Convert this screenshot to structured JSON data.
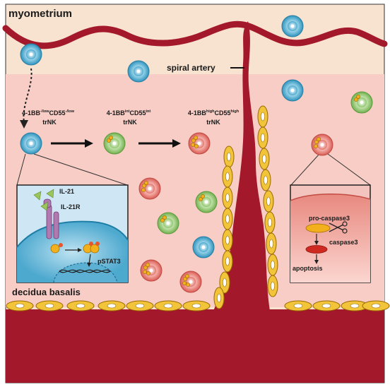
{
  "labels": {
    "myometrium": "myometrium",
    "spiral_artery": "spiral artery",
    "decidua_basalis": "decidua basalis"
  },
  "stages": [
    {
      "marker1": "4-1BB",
      "sup1": "-/low",
      "marker2": "CD55",
      "sup2": "-/low",
      "cell": "trNK"
    },
    {
      "marker1": "4-1BB",
      "sup1": "int",
      "marker2": "CD55",
      "sup2": "int",
      "cell": "trNK"
    },
    {
      "marker1": "4-1BB",
      "sup1": "high",
      "marker2": "CD55",
      "sup2": "high",
      "cell": "trNK"
    }
  ],
  "signaling_inset": {
    "ligand": "IL-21",
    "receptor": "IL-21R",
    "transcription_factor": "pSTAT3"
  },
  "apoptosis_inset": {
    "precursor": "pro-caspase3",
    "enzyme": "caspase3",
    "outcome": "apoptosis"
  },
  "colors": {
    "artery": "#a3182a",
    "myometrium": "#f7e3d0",
    "decidua": "#f8cdc5",
    "cell_blue": "#3fa0c8",
    "cell_green": "#86c064",
    "cell_red": "#e5776f",
    "granule": "#f2b11c",
    "signal_bg": "#cfe6f4",
    "apoptosis_bg": "#f3c4bd"
  }
}
